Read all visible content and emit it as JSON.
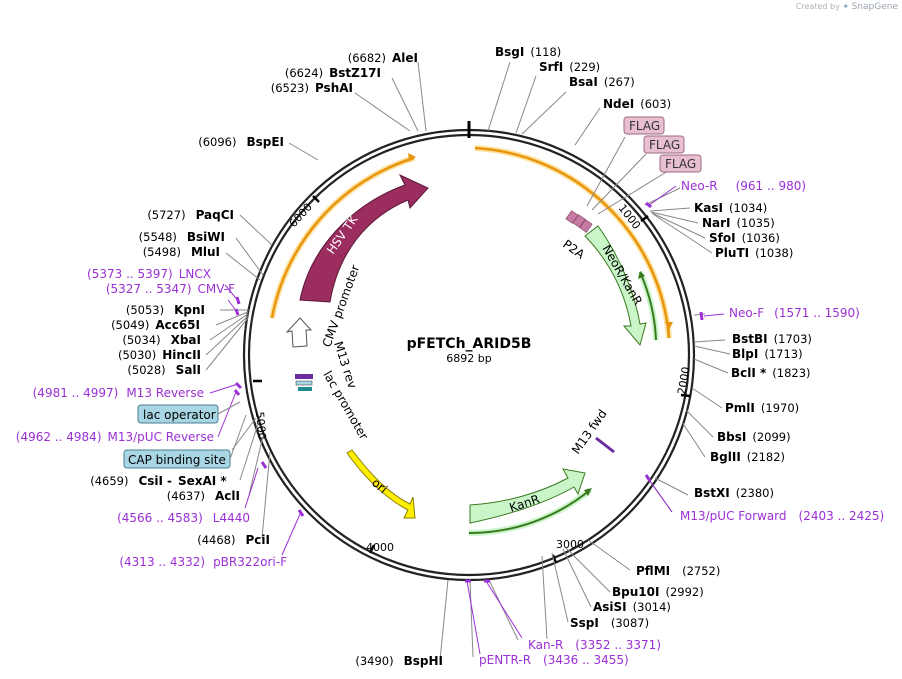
{
  "credit": {
    "prefix": "Created by",
    "brand": "SnapGene"
  },
  "plasmid": {
    "name": "pFETCh_ARID5B",
    "size_label": "6892 bp",
    "length": 6892
  },
  "ticks": [
    "1000",
    "2000",
    "3000",
    "4000",
    "5000",
    "6000"
  ],
  "sites_right": [
    {
      "name": "BsgI",
      "pos": "(118)"
    },
    {
      "name": "SrfI",
      "pos": "(229)"
    },
    {
      "name": "BsaI",
      "pos": "(267)"
    },
    {
      "name": "NdeI",
      "pos": "(603)"
    },
    {
      "name": "KasI",
      "pos": "(1034)"
    },
    {
      "name": "NarI",
      "pos": "(1035)"
    },
    {
      "name": "SfoI",
      "pos": "(1036)"
    },
    {
      "name": "PluTI",
      "pos": "(1038)"
    },
    {
      "name": "BstBI",
      "pos": "(1703)"
    },
    {
      "name": "BlpI",
      "pos": "(1713)"
    },
    {
      "name": "BclI *",
      "pos": "(1823)"
    },
    {
      "name": "PmlI",
      "pos": "(1970)"
    },
    {
      "name": "BbsI",
      "pos": "(2099)"
    },
    {
      "name": "BglII",
      "pos": "(2182)"
    },
    {
      "name": "BstXI",
      "pos": "(2380)"
    },
    {
      "name": "PflMI",
      "pos": "(2752)"
    },
    {
      "name": "Bpu10I",
      "pos": "(2992)"
    },
    {
      "name": "AsiSI",
      "pos": "(3014)"
    },
    {
      "name": "SspI",
      "pos": "(3087)"
    }
  ],
  "sites_left": [
    {
      "name": "AleI",
      "pos": "(6682)"
    },
    {
      "name": "BstZ17I",
      "pos": "(6624)"
    },
    {
      "name": "PshAI",
      "pos": "(6523)"
    },
    {
      "name": "BspEI",
      "pos": "(6096)"
    },
    {
      "name": "PaqCI",
      "pos": "(5727)"
    },
    {
      "name": "BsiWI",
      "pos": "(5548)"
    },
    {
      "name": "MluI",
      "pos": "(5498)"
    },
    {
      "name": "KpnI",
      "pos": "(5053)"
    },
    {
      "name": "Acc65I",
      "pos": "(5049)"
    },
    {
      "name": "XbaI",
      "pos": "(5034)"
    },
    {
      "name": "HincII",
      "pos": "(5030)"
    },
    {
      "name": "SalI",
      "pos": "(5028)"
    },
    {
      "name": "CsiI",
      "pos": "(4659)"
    },
    {
      "name": "SexAI *",
      "pos": ""
    },
    {
      "name": "AclI",
      "pos": "(4637)"
    },
    {
      "name": "PciI",
      "pos": "(4468)"
    },
    {
      "name": "BspHI",
      "pos": "(3490)"
    }
  ],
  "primers": [
    {
      "name": "Neo-R",
      "range": "(961 .. 980)"
    },
    {
      "name": "Neo-F",
      "range": "(1571 .. 1590)"
    },
    {
      "name": "M13/pUC Forward",
      "range": "(2403 .. 2425)"
    },
    {
      "name": "Kan-R",
      "range": "(3352 .. 3371)"
    },
    {
      "name": "pENTR-R",
      "range": "(3436 .. 3455)"
    },
    {
      "name": "LNCX",
      "range": "(5373 .. 5397)"
    },
    {
      "name": "CMV-F",
      "range": "(5327 .. 5347)"
    },
    {
      "name": "M13 Reverse",
      "range": "(4981 .. 4997)"
    },
    {
      "name": "M13/pUC Reverse",
      "range": "(4962 .. 4984)"
    },
    {
      "name": "L4440",
      "range": "(4566 .. 4583)"
    },
    {
      "name": "pBR322ori-F",
      "range": "(4313 .. 4332)"
    }
  ],
  "boxed_features": {
    "flag": [
      "FLAG",
      "FLAG",
      "FLAG"
    ],
    "lac_operator": "lac operator",
    "cap_site": "CAP binding site"
  },
  "inner_features": {
    "hsv_tk": "HSV TK",
    "cmv_promoter": "CMV promoter",
    "m13_rev": "M13 rev",
    "lac_promoter": "lac promoter",
    "ori": "ori",
    "kanr": "KanR",
    "m13_fwd": "M13 fwd",
    "neor_kanr": "NeoR/KanR",
    "p2a": "P2A"
  },
  "colors": {
    "backbone": "#000000",
    "hsv_tk": "#9b2d5f",
    "ori": "#ffee00",
    "kanr": "#c9f5c9",
    "orange_arc": "#e8950e",
    "primer": "#9b30d6",
    "boxed_blue": "#a9d6e5",
    "flag_pink": "#e7bfd1"
  }
}
